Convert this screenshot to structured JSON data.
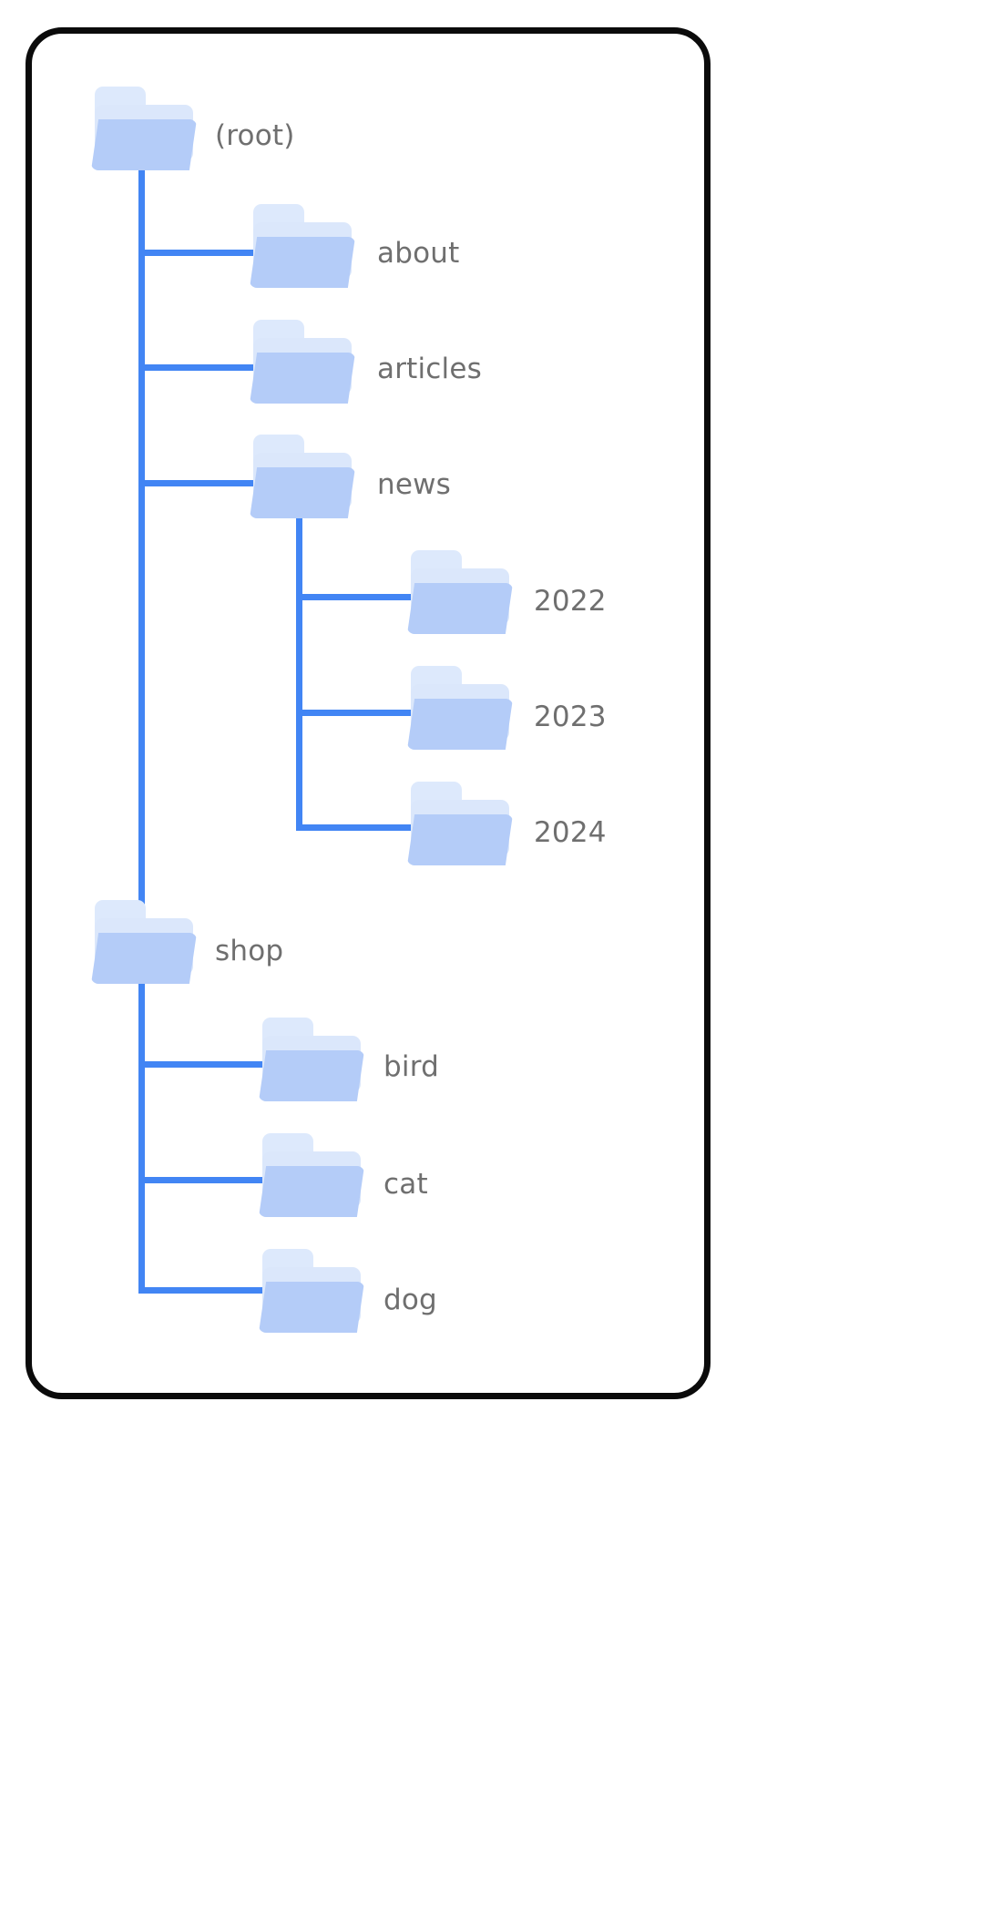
{
  "diagram": {
    "title": "folder-tree",
    "colors": {
      "card_border": "#0b0b0b",
      "background": "#ffffff",
      "connector": "#4285f4",
      "folder_front": "#b4ccf8",
      "folder_back": "#dde9fc",
      "label_text": "#6f6f6f"
    },
    "nodes": [
      {
        "id": "root",
        "label": "(root)",
        "depth": 0,
        "icon": "folder-icon"
      },
      {
        "id": "about",
        "label": "about",
        "depth": 1,
        "icon": "folder-icon"
      },
      {
        "id": "articles",
        "label": "articles",
        "depth": 1,
        "icon": "folder-icon"
      },
      {
        "id": "news",
        "label": "news",
        "depth": 1,
        "icon": "folder-icon"
      },
      {
        "id": "news2022",
        "label": "2022",
        "depth": 2,
        "icon": "folder-icon"
      },
      {
        "id": "news2023",
        "label": "2023",
        "depth": 2,
        "icon": "folder-icon"
      },
      {
        "id": "news2024",
        "label": "2024",
        "depth": 2,
        "icon": "folder-icon"
      },
      {
        "id": "shop",
        "label": "shop",
        "depth": 1,
        "icon": "folder-icon"
      },
      {
        "id": "bird",
        "label": "bird",
        "depth": 2,
        "icon": "folder-icon"
      },
      {
        "id": "cat",
        "label": "cat",
        "depth": 2,
        "icon": "folder-icon"
      },
      {
        "id": "dog",
        "label": "dog",
        "depth": 2,
        "icon": "folder-icon"
      }
    ]
  }
}
